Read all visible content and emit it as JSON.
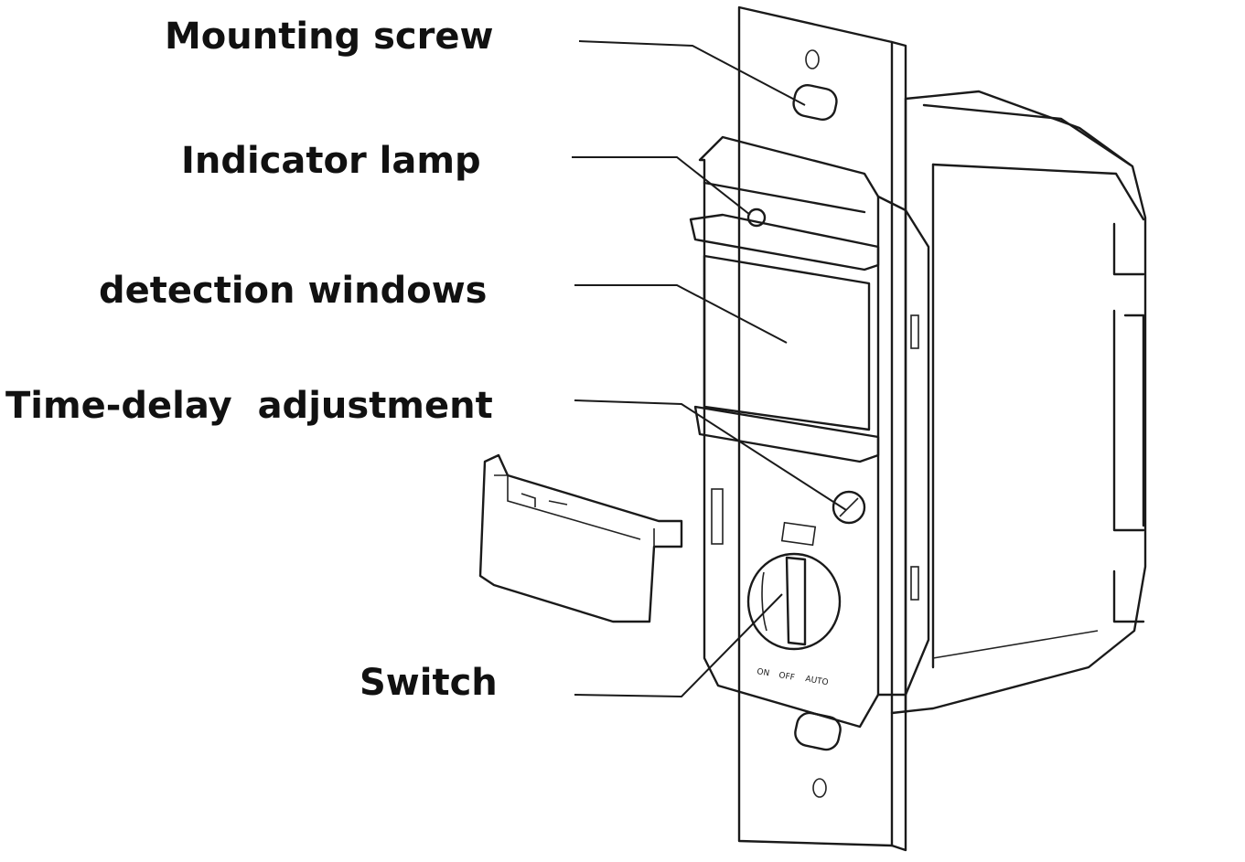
{
  "labels": {
    "mounting_screw": "Mounting screw",
    "indicator_lamp": "Indicator lamp",
    "detection_windows": "detection windows",
    "time_delay": "Time-delay  adjustment",
    "switch": "Switch"
  },
  "switch_positions": [
    "ON",
    "OFF",
    "AUTO"
  ],
  "colors": {
    "ink": "#1a1a1a",
    "background": "#ffffff"
  }
}
